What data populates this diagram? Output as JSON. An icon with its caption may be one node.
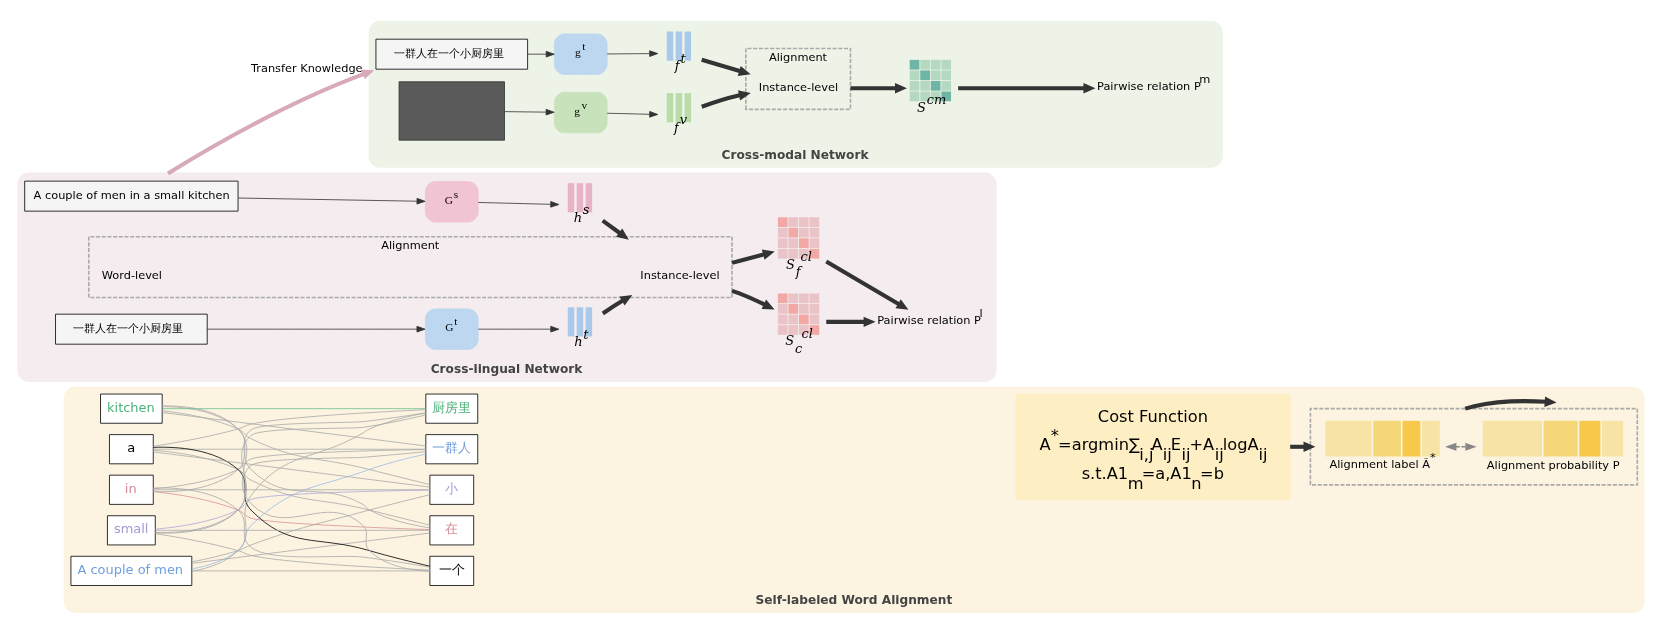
{
  "diagram": {
    "nodes": [
      {
        "text": [
          "Cross-lingual Network"
        ]
      },
      {
        "text": [
          "A couple of men in a small kitchen"
        ],
        "in": 0
      },
      {
        "text": [
          "一群人在一个小厨房里"
        ],
        "in": 0
      },
      {
        "text": [
          "G$^{s}$"
        ],
        "in": 0
      },
      {
        "text": [
          "G$^{t}$"
        ],
        "in": 0
      },
      {
        "text": [
          "h$^{s}$"
        ],
        "in": 0
      },
      {
        "text": [
          "h$^{t}$"
        ],
        "in": 0
      },
      {
        "text": [
          "Alignment"
        ],
        "in": 0
      },
      {
        "text": [
          "Instance-level"
        ],
        "in": 7
      },
      {
        "text": [
          "Word-level"
        ],
        "in": 7
      },
      {
        "text": [
          "S$_{c}$$^{cl}$"
        ],
        "in": 0
      },
      {
        "text": [
          "S$_{f}$$^{cl}$"
        ],
        "in": 0
      },
      {
        "text": [
          "Pairwise relation P$^{l}$"
        ],
        "in": 0
      },
      {
        "text": [
          "Cross-modal Network"
        ]
      },
      {
        "text": [
          "一群人在一个小厨房里"
        ],
        "in": 13
      },
      {
        "text": [],
        "shape": "box",
        "in": 13
      },
      {
        "text": [
          "g$^{t}$"
        ],
        "in": 13
      },
      {
        "text": [
          "g$^{v}$"
        ],
        "in": 13
      },
      {
        "text": [
          "f$^{t}$"
        ],
        "in": 13
      },
      {
        "text": [
          "f$^{v}$"
        ],
        "in": 13
      },
      {
        "text": [
          "Alignment"
        ],
        "in": 13
      },
      {
        "text": [
          "Instance-level"
        ],
        "in": 20
      },
      {
        "text": [
          "S$^{cm}$"
        ],
        "in": 13
      },
      {
        "text": [
          "Pairwise relation P$^{m}$"
        ],
        "in": 13
      },
      {
        "text": [
          "Self-labeled Word Alignment"
        ]
      },
      {
        "text": [
          "Cost Function",
          "A$^{*}$=argmin∑$_{i,j}$A$_{ij}$E$_{ij}$+A$_{ij}$logA$_{ij}$",
          "s.t.A1$_{m}$=a,A1$_{n}$=b"
        ],
        "in": 24
      },
      {
        "text": [],
        "shape": "box",
        "in": 24
      },
      {
        "text": [
          "Alignment label Ã$^{*}$"
        ],
        "in": 26
      },
      {
        "text": [
          "Alignment probability P"
        ],
        "in": 26
      },
      {
        "text": [
          "A couple of men"
        ],
        "in": 24
      },
      {
        "text": [
          "in"
        ],
        "in": 24
      },
      {
        "text": [
          "a"
        ],
        "in": 24
      },
      {
        "text": [
          "small"
        ],
        "in": 24
      },
      {
        "text": [
          "kitchen"
        ],
        "in": 24
      },
      {
        "text": [
          "一群人"
        ],
        "in": 24
      },
      {
        "text": [
          "在"
        ],
        "in": 24
      },
      {
        "text": [
          "一个"
        ],
        "in": 24
      },
      {
        "text": [
          "小"
        ],
        "in": 24
      },
      {
        "text": [
          "厨房里"
        ],
        "in": 24
      }
    ],
    "edges": [
      {
        "from": 1,
        "to": 3,
        "arrow": "to"
      },
      {
        "from": 2,
        "to": 4,
        "arrow": "to"
      },
      {
        "from": 3,
        "to": 5,
        "arrow": "to"
      },
      {
        "from": 4,
        "to": 6,
        "arrow": "to"
      },
      {
        "from": 5,
        "to": 7,
        "arrow": "to",
        "style": "thick"
      },
      {
        "from": 6,
        "to": 7,
        "arrow": "to",
        "style": "thick"
      },
      {
        "from": 7,
        "to": 10,
        "arrow": "to",
        "style": "thick"
      },
      {
        "from": 7,
        "to": 11,
        "arrow": "to",
        "style": "thick"
      },
      {
        "from": 10,
        "to": 12,
        "arrow": "to",
        "style": "thick"
      },
      {
        "from": 11,
        "to": 12,
        "arrow": "to",
        "style": "thick"
      },
      {
        "from": 0,
        "to": 13,
        "arrow": "to",
        "label": "Transfer Knowledge",
        "style": "thick",
        "color": "#d8a9b8"
      },
      {
        "from": 14,
        "to": 16,
        "arrow": "to"
      },
      {
        "from": 15,
        "to": 17,
        "arrow": "to"
      },
      {
        "from": 16,
        "to": 18,
        "arrow": "to"
      },
      {
        "from": 17,
        "to": 19,
        "arrow": "to"
      },
      {
        "from": 18,
        "to": 20,
        "arrow": "to",
        "style": "thick"
      },
      {
        "from": 19,
        "to": 20,
        "arrow": "to",
        "style": "thick"
      },
      {
        "from": 20,
        "to": 22,
        "arrow": "to",
        "style": "thick"
      },
      {
        "from": 22,
        "to": 23,
        "arrow": "to",
        "style": "thick"
      },
      {
        "from": 25,
        "to": 26,
        "arrow": "to",
        "style": "thick"
      },
      {
        "from": 27,
        "to": 28,
        "arrow": "both",
        "style": "dashed",
        "color": "#888888"
      },
      {
        "from": 26,
        "to": null,
        "arrow": "to",
        "style": "thick"
      },
      {
        "from": 29,
        "to": 34,
        "arrow": "none",
        "color": "#9bbbe6"
      },
      {
        "from": 30,
        "to": 35,
        "arrow": "none",
        "color": "#d9919a"
      },
      {
        "from": 31,
        "to": 36,
        "arrow": "none",
        "color": "#000000"
      },
      {
        "from": 32,
        "to": 37,
        "arrow": "none",
        "color": "#b0a8d8"
      },
      {
        "from": 33,
        "to": 38,
        "arrow": "none",
        "color": "#6cc08f"
      },
      {
        "from": 29,
        "to": 35,
        "arrow": "none",
        "color": "#aaaaaa"
      },
      {
        "from": 29,
        "to": 36,
        "arrow": "none",
        "color": "#aaaaaa"
      },
      {
        "from": 29,
        "to": 37,
        "arrow": "none",
        "color": "#aaaaaa"
      },
      {
        "from": 29,
        "to": 38,
        "arrow": "none",
        "color": "#aaaaaa"
      },
      {
        "from": 30,
        "to": 34,
        "arrow": "none",
        "color": "#aaaaaa"
      },
      {
        "from": 30,
        "to": 36,
        "arrow": "none",
        "color": "#aaaaaa"
      },
      {
        "from": 30,
        "to": 37,
        "arrow": "none",
        "color": "#aaaaaa"
      },
      {
        "from": 30,
        "to": 38,
        "arrow": "none",
        "color": "#aaaaaa"
      },
      {
        "from": 31,
        "to": 34,
        "arrow": "none",
        "color": "#aaaaaa"
      },
      {
        "from": 31,
        "to": 35,
        "arrow": "none",
        "color": "#aaaaaa"
      },
      {
        "from": 31,
        "to": 37,
        "arrow": "none",
        "color": "#aaaaaa"
      },
      {
        "from": 31,
        "to": 38,
        "arrow": "none",
        "color": "#aaaaaa"
      },
      {
        "from": 32,
        "to": 34,
        "arrow": "none",
        "color": "#aaaaaa"
      },
      {
        "from": 32,
        "to": 35,
        "arrow": "none",
        "color": "#aaaaaa"
      },
      {
        "from": 32,
        "to": 36,
        "arrow": "none",
        "color": "#aaaaaa"
      },
      {
        "from": 32,
        "to": 38,
        "arrow": "none",
        "color": "#aaaaaa"
      },
      {
        "from": 33,
        "to": 34,
        "arrow": "none",
        "color": "#aaaaaa"
      },
      {
        "from": 33,
        "to": 35,
        "arrow": "none",
        "color": "#aaaaaa"
      },
      {
        "from": 33,
        "to": 36,
        "arrow": "none",
        "color": "#aaaaaa"
      },
      {
        "from": 33,
        "to": 37,
        "arrow": "none",
        "color": "#aaaaaa"
      }
    ]
  }
}
